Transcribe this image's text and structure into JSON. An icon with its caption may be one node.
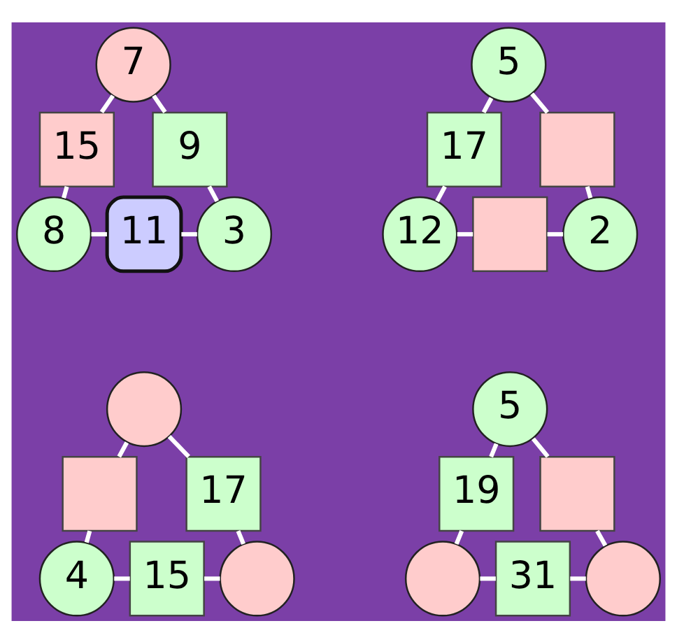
{
  "diagram": {
    "nodes": [
      {
        "text": [
          "7"
        ]
      },
      {
        "text": [
          "15"
        ]
      },
      {
        "text": [
          "9"
        ]
      },
      {
        "text": [
          "8"
        ]
      },
      {
        "text": [
          "11"
        ]
      },
      {
        "text": [
          "3"
        ]
      },
      {
        "text": [
          "5"
        ]
      },
      {
        "text": [
          "17"
        ]
      },
      {
        "text": [],
        "shape": "box"
      },
      {
        "text": [
          "12"
        ]
      },
      {
        "text": [],
        "shape": "box"
      },
      {
        "text": [
          "2"
        ]
      },
      {
        "text": [],
        "shape": "circle"
      },
      {
        "text": [],
        "shape": "box"
      },
      {
        "text": [
          "17"
        ]
      },
      {
        "text": [
          "4"
        ]
      },
      {
        "text": [
          "15"
        ]
      },
      {
        "text": [],
        "shape": "circle"
      },
      {
        "text": [
          "5"
        ]
      },
      {
        "text": [
          "19"
        ]
      },
      {
        "text": [],
        "shape": "box"
      },
      {
        "text": [],
        "shape": "circle"
      },
      {
        "text": [
          "31"
        ]
      },
      {
        "text": [],
        "shape": "circle"
      }
    ],
    "edges": [
      {
        "from": 0,
        "to": 1,
        "arrow": "none"
      },
      {
        "from": 1,
        "to": 3,
        "arrow": "none"
      },
      {
        "from": 0,
        "to": 2,
        "arrow": "none"
      },
      {
        "from": 2,
        "to": 5,
        "arrow": "none"
      },
      {
        "from": 3,
        "to": 4,
        "arrow": "none"
      },
      {
        "from": 4,
        "to": 5,
        "arrow": "none"
      },
      {
        "from": 6,
        "to": 7,
        "arrow": "none"
      },
      {
        "from": 7,
        "to": 9,
        "arrow": "none"
      },
      {
        "from": 6,
        "to": 8,
        "arrow": "none"
      },
      {
        "from": 8,
        "to": 11,
        "arrow": "none"
      },
      {
        "from": 9,
        "to": 10,
        "arrow": "none"
      },
      {
        "from": 10,
        "to": 11,
        "arrow": "none"
      },
      {
        "from": 12,
        "to": 13,
        "arrow": "none"
      },
      {
        "from": 13,
        "to": 15,
        "arrow": "none"
      },
      {
        "from": 12,
        "to": 14,
        "arrow": "none"
      },
      {
        "from": 14,
        "to": 17,
        "arrow": "none"
      },
      {
        "from": 15,
        "to": 16,
        "arrow": "none"
      },
      {
        "from": 16,
        "to": 17,
        "arrow": "none"
      },
      {
        "from": 18,
        "to": 19,
        "arrow": "none"
      },
      {
        "from": 19,
        "to": 21,
        "arrow": "none"
      },
      {
        "from": 18,
        "to": 20,
        "arrow": "none"
      },
      {
        "from": 20,
        "to": 23,
        "arrow": "none"
      },
      {
        "from": 21,
        "to": 22,
        "arrow": "none"
      },
      {
        "from": 22,
        "to": 23,
        "arrow": "none"
      }
    ]
  }
}
